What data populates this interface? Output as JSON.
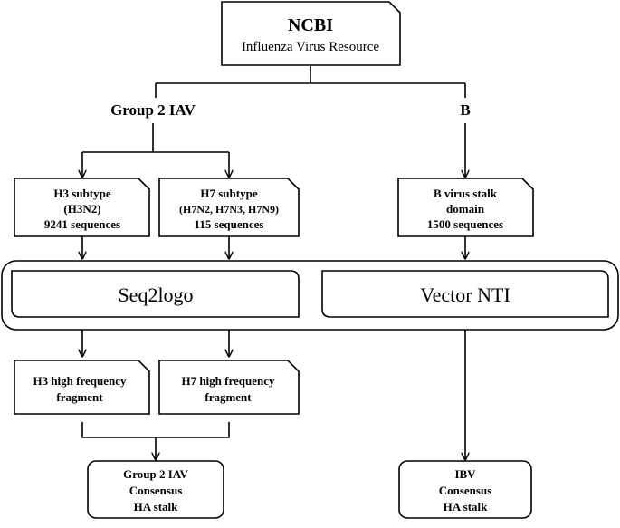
{
  "nodes": {
    "ncbi": {
      "title": "NCBI",
      "subtitle": "Influenza Virus Resource"
    },
    "group2": {
      "label": "Group 2 IAV"
    },
    "b": {
      "label": "B"
    },
    "h3": {
      "line1": "H3 subtype",
      "line2": "(H3N2)",
      "line3": "9241 sequences"
    },
    "h7": {
      "line1": "H7 subtype",
      "line2": "(H7N2, H7N3, H7N9)",
      "line3": "115 sequences"
    },
    "bstalk": {
      "line1": "B virus stalk",
      "line2": "domain",
      "line3": "1500 sequences"
    },
    "seq2logo": {
      "label": "Seq2logo"
    },
    "vectornti": {
      "label": "Vector NTI"
    },
    "h3frag": {
      "line1": "H3 high frequency",
      "line2": "fragment"
    },
    "h7frag": {
      "line1": "H7 high frequency",
      "line2": "fragment"
    },
    "g2consensus": {
      "line1": "Group 2 IAV",
      "line2": "Consensus",
      "line3": "HA stalk"
    },
    "ibvconsensus": {
      "line1": "IBV",
      "line2": "Consensus",
      "line3": "HA stalk"
    }
  }
}
